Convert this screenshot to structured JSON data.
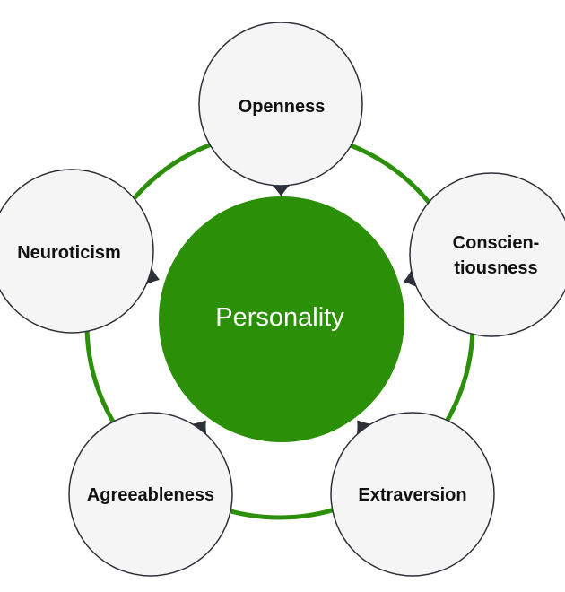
{
  "center": {
    "label": "Personality"
  },
  "traits": [
    {
      "id": "openness",
      "lines": [
        "Openness"
      ]
    },
    {
      "id": "conscientiousness",
      "lines": [
        "Conscien-",
        "tiousness"
      ]
    },
    {
      "id": "extraversion",
      "lines": [
        "Extraversion"
      ]
    },
    {
      "id": "agreeableness",
      "lines": [
        "Agreeableness"
      ]
    },
    {
      "id": "neuroticism",
      "lines": [
        "Neuroticism"
      ]
    }
  ],
  "colors": {
    "accent": "#2b8f07",
    "ring": "#2b8f07",
    "node_fill": "#f5f5f6",
    "node_stroke": "#2d3038",
    "pointer": "#2d3038",
    "text": "#111111"
  }
}
